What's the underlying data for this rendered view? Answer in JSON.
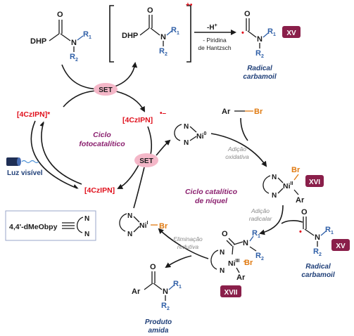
{
  "top": {
    "dhp": "DHP",
    "o": "O",
    "n": "N",
    "r1": "R",
    "r1_sub": "1",
    "r2": "R",
    "r2_sub": "2",
    "charge": "+•",
    "deprotonation": "-H",
    "deprotonation_sup": "+",
    "byproduct_line1": "- Piridina",
    "byproduct_line2": "de Hantzsch",
    "radical_dot": "•",
    "badge_xv": "XV",
    "radical_label_line1": "Radical",
    "radical_label_line2": "carbamoil"
  },
  "photocycle": {
    "set_label": "SET",
    "excited": "[4CzIPN]*",
    "reduced": "[4CzIPN]",
    "reduced_charge": "•–",
    "ground": "[4CzIPN]",
    "title_line1": "Ciclo",
    "title_line2": "fotocatalítico",
    "light_label": "Luz visível"
  },
  "nickel": {
    "ni0": "Ni",
    "ni0_sup": "0",
    "ar": "Ar",
    "br": "Br",
    "oxidative_line1": "Adição",
    "oxidative_line2": "oxidativa",
    "badge_xvi": "XVI",
    "ni2": "Ni",
    "ni2_sup": "II",
    "title_line1": "Ciclo catalítico",
    "title_line2": "de níquel",
    "radical_add_line1": "Adição",
    "radical_add_line2": "radicalar",
    "ni3": "Ni",
    "ni3_sup": "III",
    "badge_xvii": "XVII",
    "reductive_line1": "Eliminação",
    "reductive_line2": "redutiva",
    "ni1": "Ni",
    "ni1_sup": "I",
    "n": "N",
    "o": "O"
  },
  "ligand": {
    "name": "4,4'-dMeObpy"
  },
  "product": {
    "ar": "Ar",
    "o": "O",
    "n": "N",
    "label_line1": "Produto",
    "label_line2": "amida"
  },
  "colors": {
    "red": "#e0101c",
    "blue": "#2f5fa7",
    "purple": "#8a1f6e",
    "badge": "#8a1f4a",
    "set_bubble": "#f4b7c8",
    "orange": "#e07a10"
  }
}
